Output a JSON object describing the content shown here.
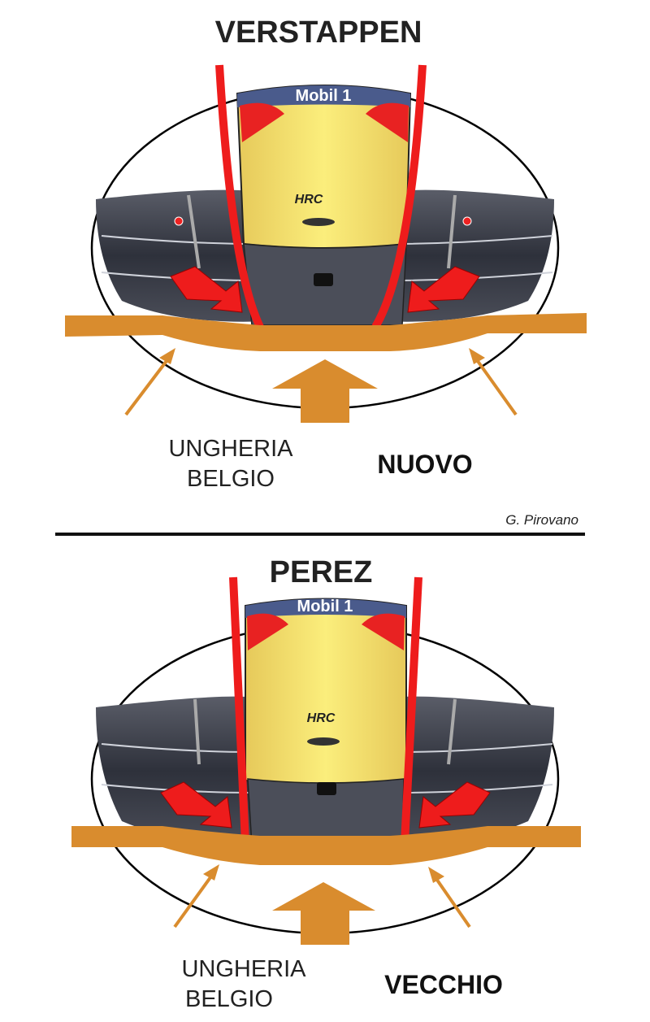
{
  "top_panel": {
    "title": "VERSTAPPEN",
    "sponsor": "Mobil 1",
    "engine_logo": "HRC",
    "label_line1": "UNGHERIA",
    "label_line2": "BELGIO",
    "tag": "NUOVO"
  },
  "bottom_panel": {
    "title": "PEREZ",
    "sponsor": "Mobil 1",
    "engine_logo": "HRC",
    "label_line1": "UNGHERIA",
    "label_line2": "BELGIO",
    "tag": "VECCHIO"
  },
  "credit": "G. Pirovano",
  "colors": {
    "plank": "#d98c2e",
    "red": "#ee1c1c",
    "nose_yellow": "#f5e46e",
    "nose_blue": "#4a5b8c",
    "wing_gray": "#3c3f4a"
  }
}
